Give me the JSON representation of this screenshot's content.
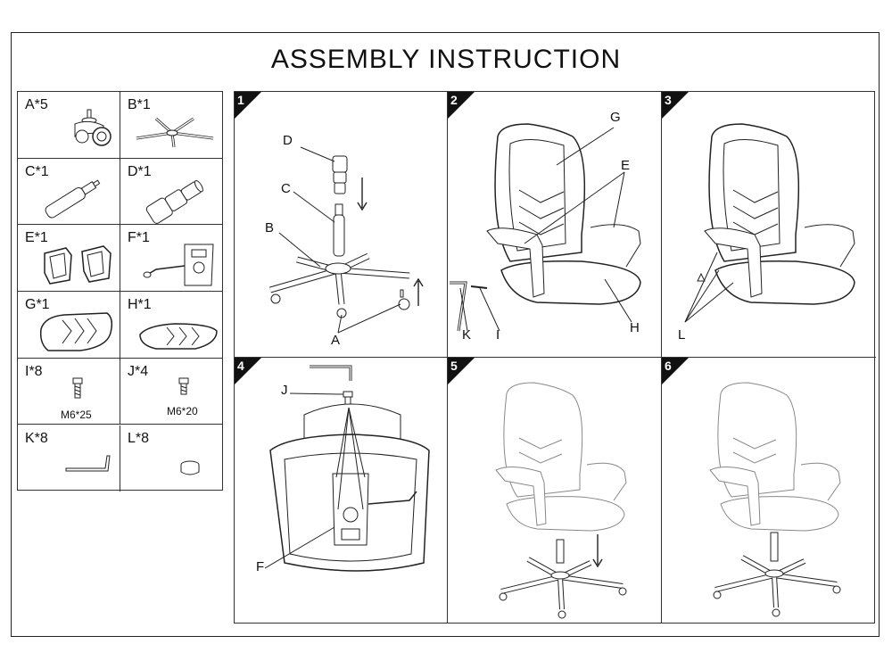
{
  "title": "ASSEMBLY INSTRUCTION",
  "parts": [
    {
      "label": "A*5"
    },
    {
      "label": "B*1"
    },
    {
      "label": "C*1"
    },
    {
      "label": "D*1"
    },
    {
      "label": "E*1"
    },
    {
      "label": "F*1"
    },
    {
      "label": "G*1"
    },
    {
      "label": "H*1"
    },
    {
      "label": "I*8",
      "spec": "M6*25"
    },
    {
      "label": "J*4",
      "spec": "M6*20"
    },
    {
      "label": "K*8"
    },
    {
      "label": "L*8"
    }
  ],
  "steps": [
    {
      "number": "1",
      "callouts": [
        "D",
        "C",
        "B",
        "A"
      ]
    },
    {
      "number": "2",
      "callouts": [
        "G",
        "E",
        "K",
        "I",
        "H"
      ]
    },
    {
      "number": "3",
      "callouts": [
        "L"
      ]
    },
    {
      "number": "4",
      "callouts": [
        "J",
        "F"
      ]
    },
    {
      "number": "5",
      "callouts": []
    },
    {
      "number": "6",
      "callouts": []
    }
  ]
}
